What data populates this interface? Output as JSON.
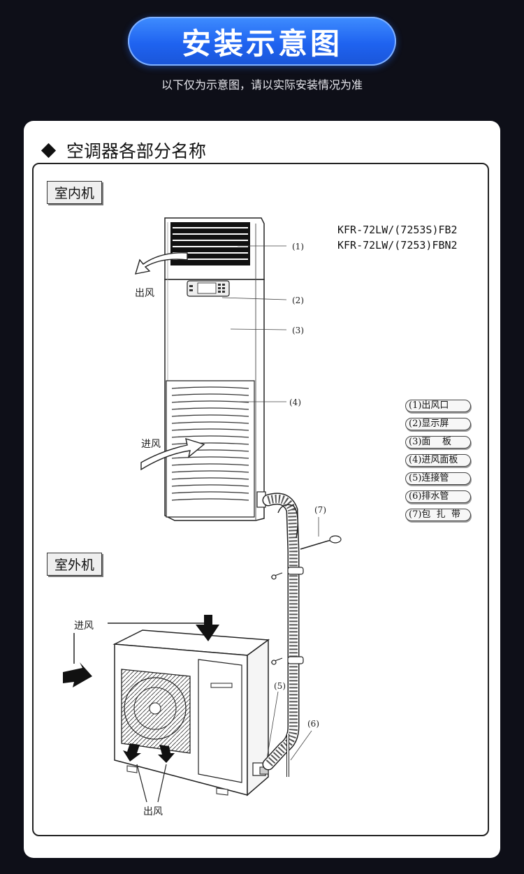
{
  "header": {
    "title": "安装示意图",
    "subtitle": "以下仅为示意图，请以实际安装情况为准"
  },
  "section": {
    "heading": "空调器各部分名称"
  },
  "indoor": {
    "label": "室内机",
    "models": [
      "KFR-72LW/(7253S)FB2",
      "KFR-72LW/(7253)FBN2"
    ],
    "airflow_out": "出风",
    "airflow_in": "进风"
  },
  "outdoor": {
    "label": "室外机",
    "airflow_in": "进风",
    "airflow_out": "出风"
  },
  "callouts": [
    "(1)",
    "(2)",
    "(3)",
    "(4)",
    "(5)",
    "(6)",
    "(7)"
  ],
  "legend": [
    "(1)出风口",
    "(2)显示屏",
    "(3)面    板",
    "(4)进风面板",
    "(5)连接管",
    "(6)排水管",
    "(7)包  扎  带"
  ],
  "colors": {
    "background": "#0e0f18",
    "title_pill": "#2b74f8",
    "card": "#ffffff"
  }
}
